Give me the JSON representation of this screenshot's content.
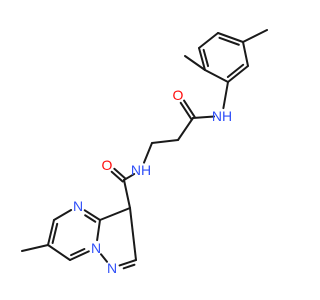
{
  "diagram": {
    "type": "chemical-structure",
    "atoms": [
      {
        "id": "m1",
        "element": "C",
        "label": ""
      },
      {
        "id": "a1",
        "element": "C",
        "label": ""
      },
      {
        "id": "a2",
        "element": "C",
        "label": ""
      },
      {
        "id": "a3",
        "element": "C",
        "label": ""
      },
      {
        "id": "a4",
        "element": "C",
        "label": ""
      },
      {
        "id": "a5",
        "element": "C",
        "label": ""
      },
      {
        "id": "a6",
        "element": "C",
        "label": ""
      },
      {
        "id": "m2",
        "element": "C",
        "label": ""
      },
      {
        "id": "n1",
        "element": "N",
        "label": "NH",
        "color": "#3050f8"
      },
      {
        "id": "c1",
        "element": "C",
        "label": ""
      },
      {
        "id": "o1",
        "element": "O",
        "label": "O",
        "color": "#ff0d0d"
      },
      {
        "id": "c2",
        "element": "C",
        "label": ""
      },
      {
        "id": "c3",
        "element": "C",
        "label": ""
      },
      {
        "id": "n2",
        "element": "N",
        "label": "NH",
        "color": "#3050f8"
      },
      {
        "id": "c4",
        "element": "C",
        "label": ""
      },
      {
        "id": "o2",
        "element": "O",
        "label": "O",
        "color": "#ff0d0d"
      },
      {
        "id": "p3",
        "element": "C",
        "label": ""
      },
      {
        "id": "p3a",
        "element": "C",
        "label": ""
      },
      {
        "id": "p4",
        "element": "N",
        "label": "N",
        "color": "#3050f8"
      },
      {
        "id": "p5",
        "element": "C",
        "label": ""
      },
      {
        "id": "p6",
        "element": "C",
        "label": ""
      },
      {
        "id": "p7",
        "element": "C",
        "label": ""
      },
      {
        "id": "p8",
        "element": "N",
        "label": "N",
        "color": "#3050f8"
      },
      {
        "id": "p1",
        "element": "N",
        "label": "N",
        "color": "#3050f8"
      },
      {
        "id": "p2",
        "element": "C",
        "label": ""
      },
      {
        "id": "m3",
        "element": "C",
        "label": ""
      }
    ],
    "bonds": [
      [
        "m1",
        "a1",
        1
      ],
      [
        "a1",
        "a2",
        2
      ],
      [
        "a2",
        "a3",
        1
      ],
      [
        "a3",
        "a4",
        2
      ],
      [
        "a4",
        "a5",
        1
      ],
      [
        "a5",
        "a6",
        2
      ],
      [
        "a6",
        "a1",
        1
      ],
      [
        "a4",
        "m2",
        1
      ],
      [
        "a6",
        "n1",
        1
      ],
      [
        "n1",
        "c1",
        1
      ],
      [
        "c1",
        "o1",
        2
      ],
      [
        "c1",
        "c2",
        1
      ],
      [
        "c2",
        "c3",
        1
      ],
      [
        "c3",
        "n2",
        1
      ],
      [
        "n2",
        "c4",
        1
      ],
      [
        "c4",
        "o2",
        2
      ],
      [
        "c4",
        "p3",
        1
      ],
      [
        "p3",
        "p3a",
        1
      ],
      [
        "p3a",
        "p4",
        2
      ],
      [
        "p4",
        "p5",
        1
      ],
      [
        "p5",
        "p6",
        2
      ],
      [
        "p6",
        "p7",
        1
      ],
      [
        "p7",
        "p8",
        2
      ],
      [
        "p8",
        "p3a",
        1
      ],
      [
        "p8",
        "p1",
        1
      ],
      [
        "p1",
        "p2",
        2
      ],
      [
        "p2",
        "p3",
        1
      ],
      [
        "p6",
        "m3",
        1
      ]
    ]
  }
}
